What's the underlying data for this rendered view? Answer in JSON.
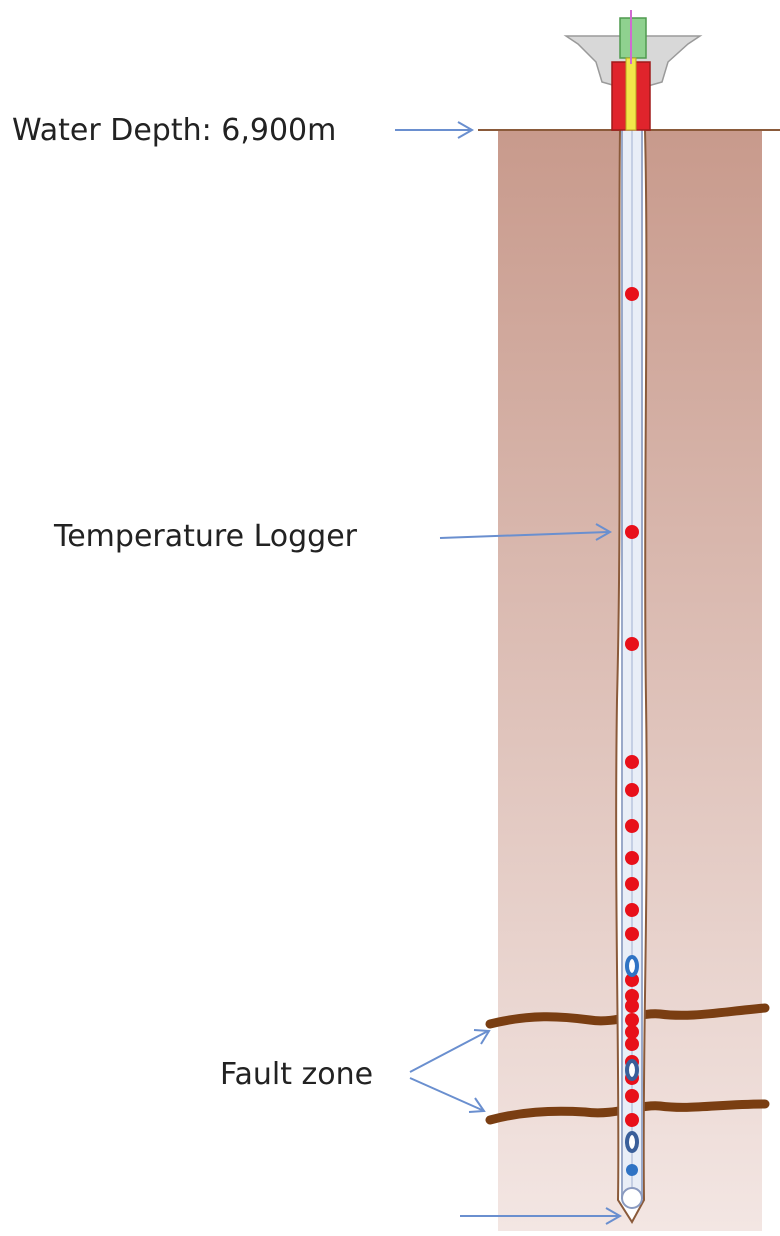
{
  "labels": {
    "water_depth": "Water Depth: 6,900m",
    "temperature_logger": "Temperature Logger",
    "fault_zone": "Fault zone"
  },
  "colors": {
    "sediment_top": "#c89a8c",
    "sediment_bottom": "#f3e6e3",
    "seafloor_line": "#8a5a3a",
    "fault_band": "#7a3e12",
    "borehole_outline": "#8a5a3a",
    "casing_fill": "#e9eef7",
    "casing_line": "#9aa9c9",
    "temperature_logger": "#e8101a",
    "pressure_sensor": "#2f73c4",
    "pressure_sensor_dark": "#3a5f9a",
    "arrow": "#6a8fcf",
    "wellhead_green": "#8fd18f",
    "wellhead_red": "#e0242c",
    "wellhead_yellow": "#f2e64a",
    "wellhead_gray": "#d8d8d8"
  },
  "instrument_string": {
    "loggers": 20,
    "pressure_sensors": 3
  }
}
